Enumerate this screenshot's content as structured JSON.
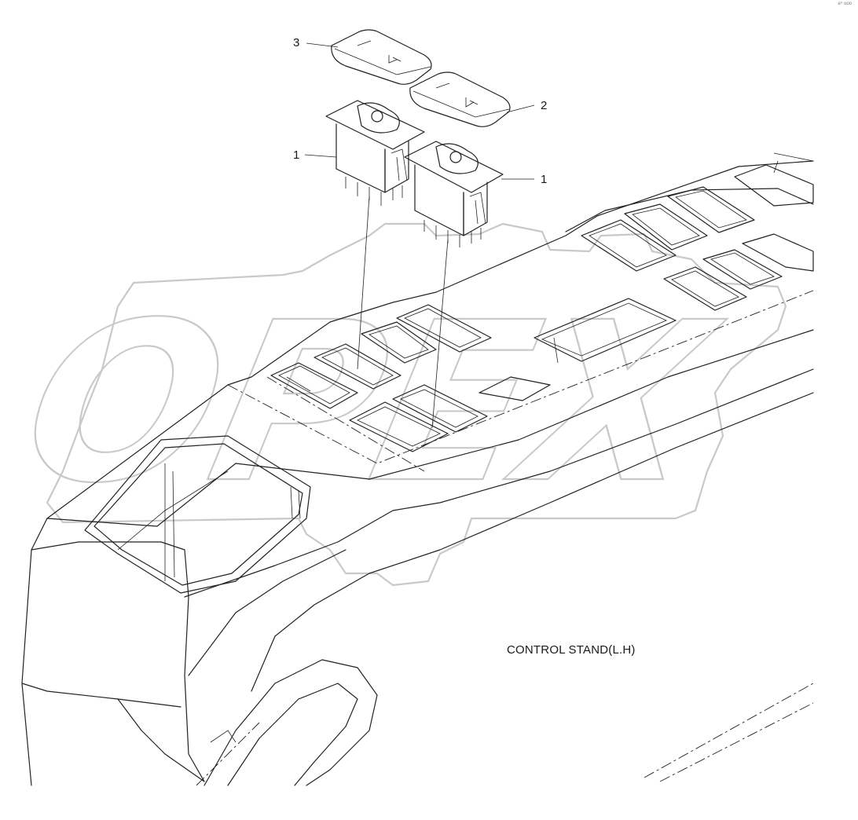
{
  "diagram": {
    "caption": "CONTROL STAND(L.H)",
    "callouts": [
      {
        "id": "callout-3",
        "label": "3"
      },
      {
        "id": "callout-2",
        "label": "2"
      },
      {
        "id": "callout-1-left",
        "label": "1"
      },
      {
        "id": "callout-1-right",
        "label": "1"
      }
    ],
    "watermark": {
      "text": "OPEX",
      "color": "#c9c9c9"
    },
    "corner_mark": "e⁵ ooo",
    "line_color": "#222222"
  }
}
